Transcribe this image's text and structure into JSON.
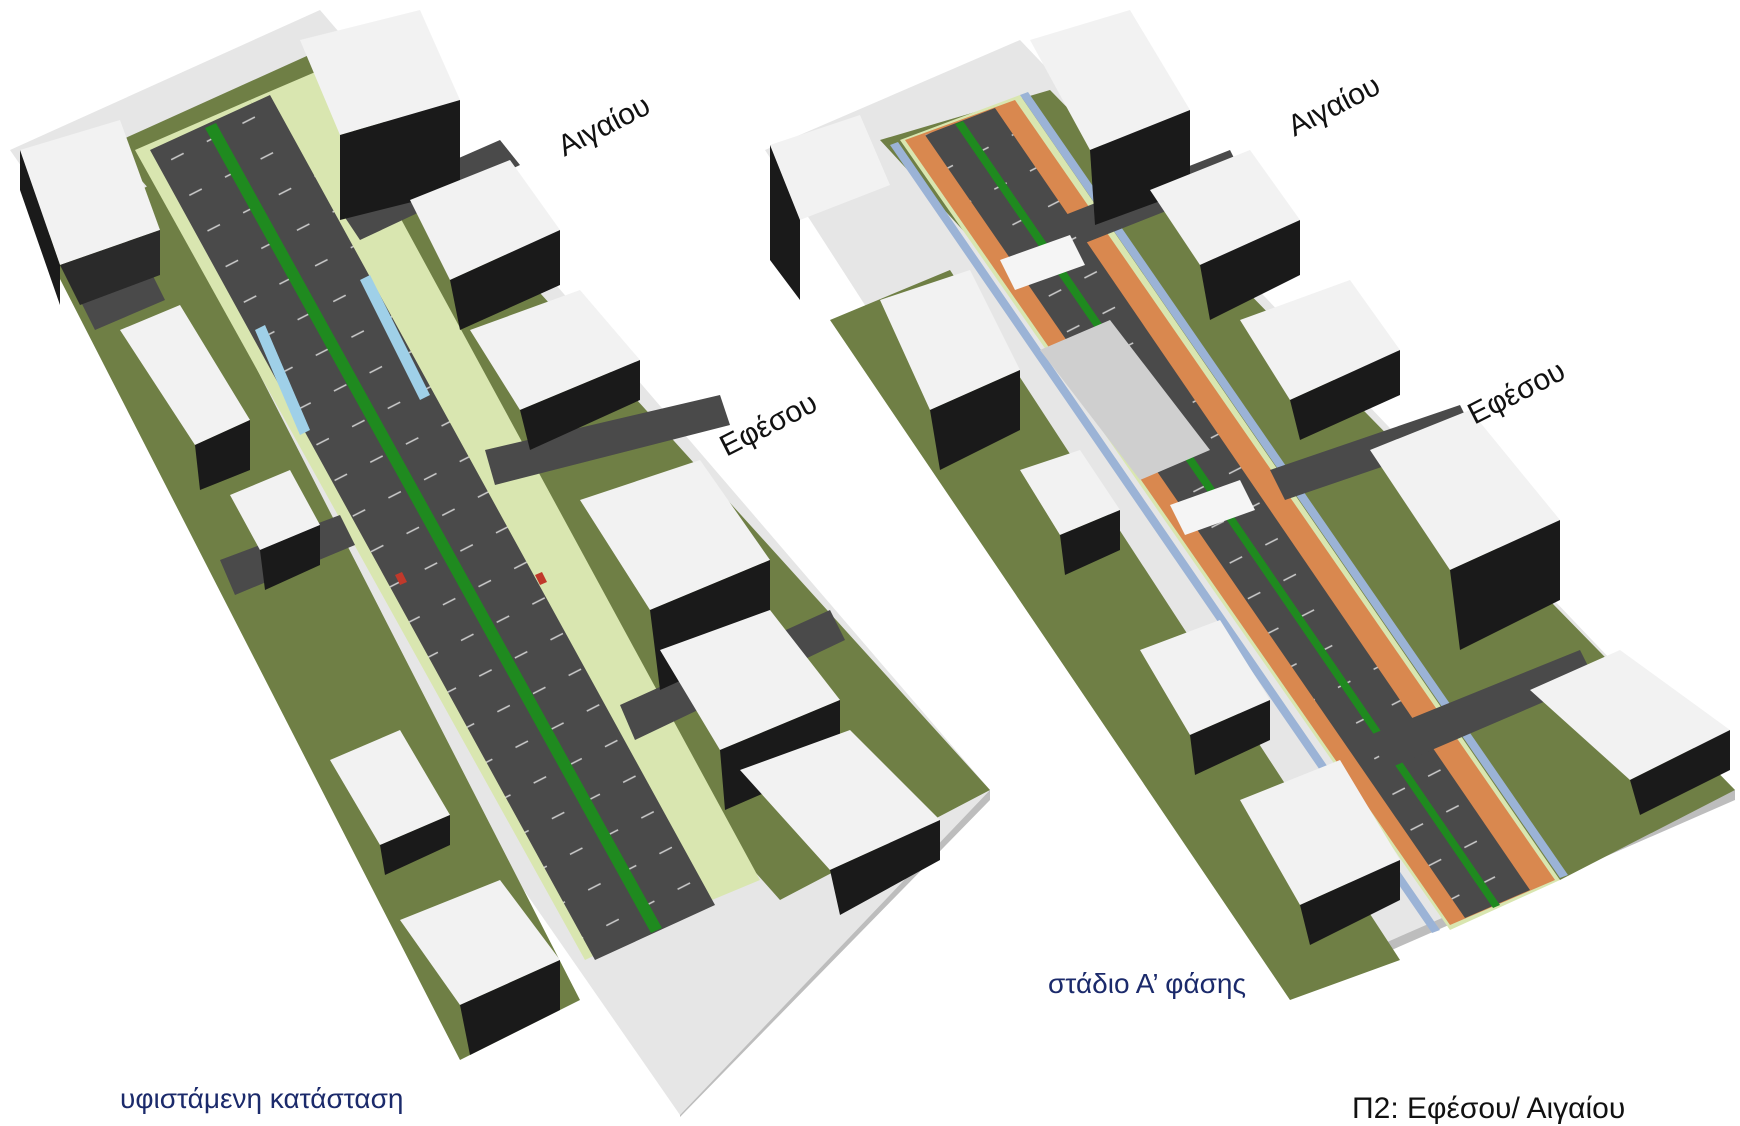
{
  "panels": [
    {
      "id": "existing",
      "caption": "υφιστάμενη  κατάσταση",
      "street_top": "Αιγαίου",
      "street_mid": "Εφέσου"
    },
    {
      "id": "phase-a",
      "caption": "στάδιο Α’ φάσης",
      "street_top": "Αιγαίου",
      "street_mid": "Εφέσου"
    }
  ],
  "sheet_title": "Π2: Εφέσου/ Αιγαίου",
  "colors": {
    "asphalt": "#4a4a4a",
    "median_green": "#1f8a1f",
    "grass": "#6f7f45",
    "sidewalk": "#d9e6b0",
    "building_top": "#f2f2f2",
    "building_side": "#1a1a1a",
    "bus_lane_orange": "#d9884f",
    "bike_lane_blue": "#9bb3d6",
    "bright_green": "#22c41a",
    "ground": "#e6e6e6",
    "caption_blue": "#1b2a6b"
  }
}
